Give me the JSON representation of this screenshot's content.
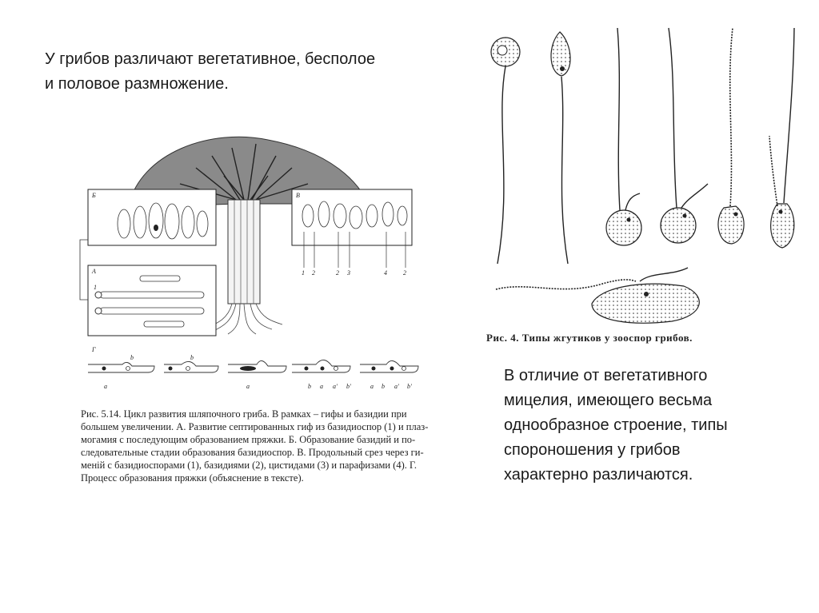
{
  "intro": {
    "lines": [
      "У грибов различают вегетативное, бесполое",
      "и половое размножение."
    ]
  },
  "contrast": {
    "lines": [
      "В отличие от вегетативного",
      "мицелия, имеющего весьма",
      "однообразное строение, типы",
      "спороношения у грибов",
      "характерно различаются."
    ]
  },
  "figure_5_14": {
    "panel_labels": {
      "b": "Б",
      "v": "В",
      "a": "А",
      "g": "Г"
    },
    "part_numbers": [
      "1",
      "2",
      "2",
      "3",
      "4",
      "2"
    ],
    "hyphae_number": "1",
    "clamp_labels": [
      "a",
      "b",
      "b",
      "a",
      "b",
      "a",
      "a'",
      "b'",
      "a",
      "b",
      "a'",
      "b'"
    ],
    "caption_lines": [
      "Рис. 5.14. Цикл развития шляпочного гриба. В рамках – гифы и базидии при",
      "большем увеличении. А. Развитие септированных гиф из базидиоспор (1) и плаз-",
      "могамия с последующим образованием пряжки. Б. Образование базидий и по-",
      "следовательные стадии образования базидиоспор. В. Продольный срез через ги-",
      "меній с базидиоспорами (1), базидиями (2), цистидами (3) и парафизами (4). Г.",
      "Процесс образования пряжки (объяснение в тексте)."
    ]
  },
  "figure_4": {
    "caption": "Рис. 4. Типы жгутиков у зооспор грибов."
  }
}
